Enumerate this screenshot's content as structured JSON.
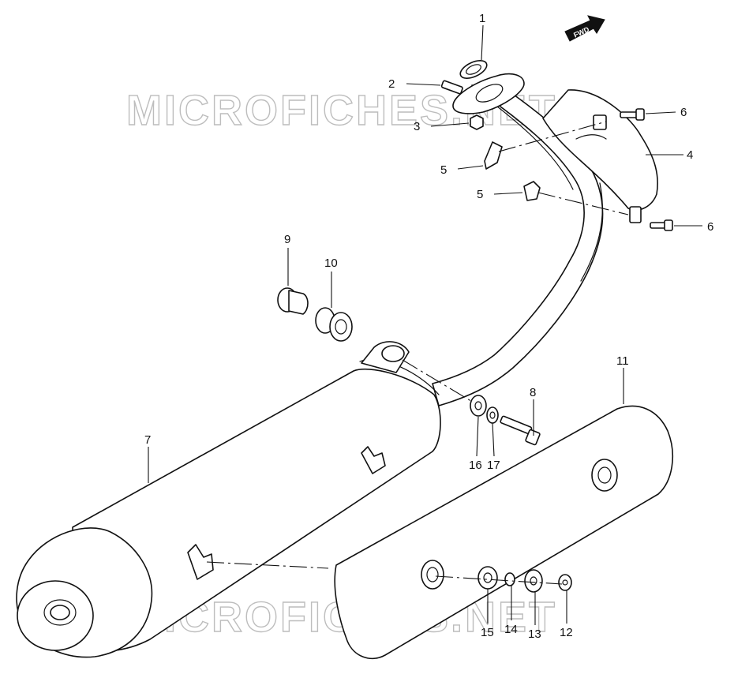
{
  "watermark": {
    "text": "MICROFICHES.NET"
  },
  "direction_badge": {
    "label": "FWD"
  },
  "callouts": [
    {
      "id": "1",
      "label": "1"
    },
    {
      "id": "2",
      "label": "2"
    },
    {
      "id": "3",
      "label": "3"
    },
    {
      "id": "4",
      "label": "4"
    },
    {
      "id": "5a",
      "label": "5"
    },
    {
      "id": "5b",
      "label": "5"
    },
    {
      "id": "6a",
      "label": "6"
    },
    {
      "id": "6b",
      "label": "6"
    },
    {
      "id": "7",
      "label": "7"
    },
    {
      "id": "8",
      "label": "8"
    },
    {
      "id": "9",
      "label": "9"
    },
    {
      "id": "10",
      "label": "10"
    },
    {
      "id": "11",
      "label": "11"
    },
    {
      "id": "12",
      "label": "12"
    },
    {
      "id": "13",
      "label": "13"
    },
    {
      "id": "14",
      "label": "14"
    },
    {
      "id": "15",
      "label": "15"
    },
    {
      "id": "16",
      "label": "16"
    },
    {
      "id": "17",
      "label": "17"
    }
  ]
}
